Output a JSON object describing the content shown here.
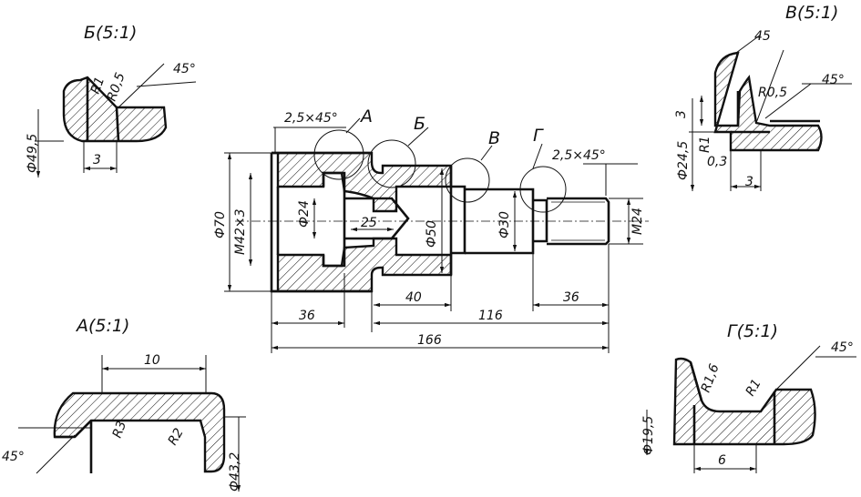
{
  "views": {
    "b": {
      "title": "Б(5:1)",
      "r1": "R1",
      "r05": "R0,5",
      "angle": "45°",
      "dia": "Ф49,5",
      "len": "3"
    },
    "v": {
      "title": "В(5:1)",
      "chamfer": "45",
      "r05": "R0,5",
      "angle": "45°",
      "dim3": "3",
      "dia": "Ф24,5",
      "r1": "R1",
      "d03": "0,3",
      "len": "3"
    },
    "a": {
      "title": "А(5:1)",
      "len": "10",
      "r3": "R3",
      "r2": "R2",
      "angle": "45°",
      "dia": "Ф43,2"
    },
    "g": {
      "title": "Г(5:1)",
      "r16": "R1,6",
      "r1": "R1",
      "angle": "45°",
      "dia": "Ф19,5",
      "len": "6"
    }
  },
  "main": {
    "chamfer_left": "2,5×45°",
    "chamfer_right": "2,5×45°",
    "label_a": "А",
    "label_b": "Б",
    "label_v": "В",
    "label_g": "Г",
    "d70": "Ф70",
    "m42": "М42×3",
    "d24": "Ф24",
    "l25": "25",
    "d50": "Ф50",
    "d30": "Ф30",
    "m24": "М24",
    "l36a": "36",
    "l40": "40",
    "l36b": "36",
    "l116": "116",
    "l166": "166"
  }
}
